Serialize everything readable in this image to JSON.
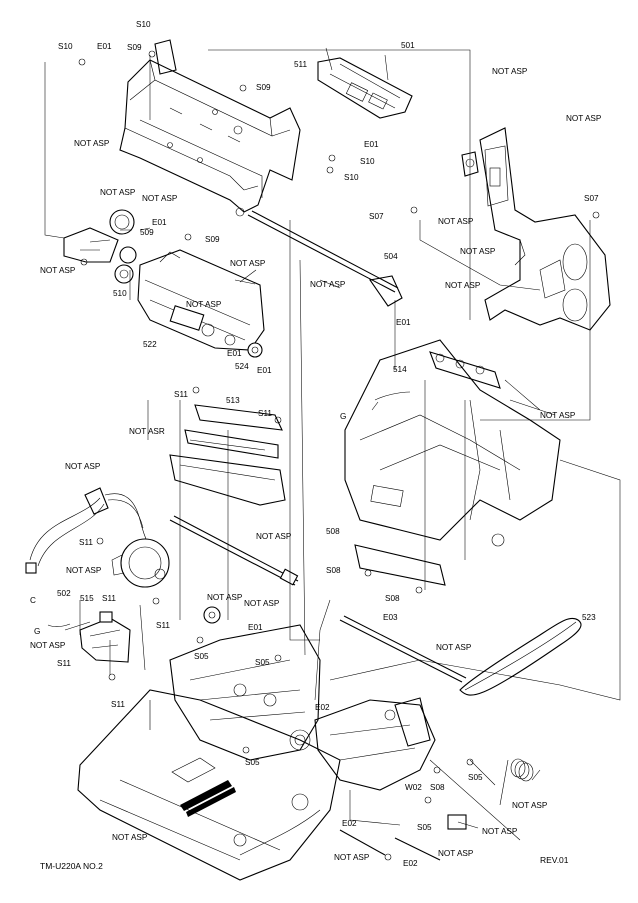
{
  "footer": {
    "model": "TM-U220A NO.2",
    "revision": "REV.01"
  },
  "callouts": [
    {
      "id": "c-s10-a",
      "text": "S10"
    },
    {
      "id": "c-s10-b",
      "text": "S10"
    },
    {
      "id": "c-e01-a",
      "text": "E01"
    },
    {
      "id": "c-s09-a",
      "text": "S09"
    },
    {
      "id": "c-501",
      "text": "501"
    },
    {
      "id": "c-511",
      "text": "511"
    },
    {
      "id": "c-notasp-top-right",
      "text": "NOT ASP"
    },
    {
      "id": "c-s09-b",
      "text": "S09"
    },
    {
      "id": "c-notasp-right-2",
      "text": "NOT ASP"
    },
    {
      "id": "c-notasp-frame",
      "text": "NOT ASP"
    },
    {
      "id": "c-e01-b",
      "text": "E01"
    },
    {
      "id": "c-s10-c",
      "text": "S10"
    },
    {
      "id": "c-s10-d",
      "text": "S10"
    },
    {
      "id": "c-notasp-gear",
      "text": "NOT ASP"
    },
    {
      "id": "c-notasp-bracket",
      "text": "NOT ASP"
    },
    {
      "id": "c-e01-c",
      "text": "E01"
    },
    {
      "id": "c-509",
      "text": "509"
    },
    {
      "id": "c-s09-c",
      "text": "S09"
    },
    {
      "id": "c-s07-a",
      "text": "S07"
    },
    {
      "id": "c-notasp-cover-l",
      "text": "NOT ASP"
    },
    {
      "id": "c-s07-b",
      "text": "S07"
    },
    {
      "id": "c-notasp-cover-m",
      "text": "NOT ASP"
    },
    {
      "id": "c-notasp-left-1",
      "text": "NOT ASP"
    },
    {
      "id": "c-notasp-head",
      "text": "NOT ASP"
    },
    {
      "id": "c-504",
      "text": "504"
    },
    {
      "id": "c-510",
      "text": "510"
    },
    {
      "id": "c-notasp-shaft",
      "text": "NOT ASP"
    },
    {
      "id": "c-notasp-cover-r",
      "text": "NOT ASP"
    },
    {
      "id": "c-notasp-head-2",
      "text": "NOT ASP"
    },
    {
      "id": "c-e01-d",
      "text": "E01"
    },
    {
      "id": "c-522",
      "text": "522"
    },
    {
      "id": "c-e01-e",
      "text": "E01"
    },
    {
      "id": "c-524",
      "text": "524"
    },
    {
      "id": "c-e01-f",
      "text": "E01"
    },
    {
      "id": "c-514",
      "text": "514"
    },
    {
      "id": "c-s11-a",
      "text": "S11"
    },
    {
      "id": "c-513",
      "text": "513"
    },
    {
      "id": "c-s11-b",
      "text": "S11"
    },
    {
      "id": "c-notasp-frame-r",
      "text": "NOT ASP"
    },
    {
      "id": "c-g-1",
      "text": "G"
    },
    {
      "id": "c-notasr",
      "text": "NOT ASR"
    },
    {
      "id": "c-notasp-cable",
      "text": "NOT ASP"
    },
    {
      "id": "c-508",
      "text": "508"
    },
    {
      "id": "c-s11-c",
      "text": "S11"
    },
    {
      "id": "c-notasp-rod",
      "text": "NOT ASP"
    },
    {
      "id": "c-notasp-motor",
      "text": "NOT ASP"
    },
    {
      "id": "c-s08-a",
      "text": "S08"
    },
    {
      "id": "c-c",
      "text": "C"
    },
    {
      "id": "c-notasp-rod-2",
      "text": "NOT ASP"
    },
    {
      "id": "c-s08-b",
      "text": "S08"
    },
    {
      "id": "c-502",
      "text": "502"
    },
    {
      "id": "c-515",
      "text": "515"
    },
    {
      "id": "c-s11-d",
      "text": "S11"
    },
    {
      "id": "c-notasp-sensor",
      "text": "NOT ASP"
    },
    {
      "id": "c-e03",
      "text": "E03"
    },
    {
      "id": "c-523",
      "text": "523"
    },
    {
      "id": "c-s11-e",
      "text": "S11"
    },
    {
      "id": "c-g-2",
      "text": "G"
    },
    {
      "id": "c-e01-g",
      "text": "E01"
    },
    {
      "id": "c-notasp-sensor-2",
      "text": "NOT ASP"
    },
    {
      "id": "c-s05-a",
      "text": "S05"
    },
    {
      "id": "c-s11-f",
      "text": "S11"
    },
    {
      "id": "c-s05-b",
      "text": "S05"
    },
    {
      "id": "c-notasp-shaft-2",
      "text": "NOT ASP"
    },
    {
      "id": "c-s11-g",
      "text": "S11"
    },
    {
      "id": "c-e02-a",
      "text": "E02"
    },
    {
      "id": "c-s05-c",
      "text": "S05"
    },
    {
      "id": "c-s05-d",
      "text": "S05"
    },
    {
      "id": "c-w02",
      "text": "W02"
    },
    {
      "id": "c-s08-c",
      "text": "S08"
    },
    {
      "id": "c-notasp-spring",
      "text": "NOT ASP"
    },
    {
      "id": "c-s05-e",
      "text": "S05"
    },
    {
      "id": "c-notasp-block",
      "text": "NOT ASP"
    },
    {
      "id": "c-notasp-base",
      "text": "NOT ASP"
    },
    {
      "id": "c-e02-b",
      "text": "E02"
    },
    {
      "id": "c-notasp-pin-l",
      "text": "NOT ASP"
    },
    {
      "id": "c-notasp-pin-r",
      "text": "NOT ASP"
    },
    {
      "id": "c-e02-c",
      "text": "E02"
    }
  ]
}
